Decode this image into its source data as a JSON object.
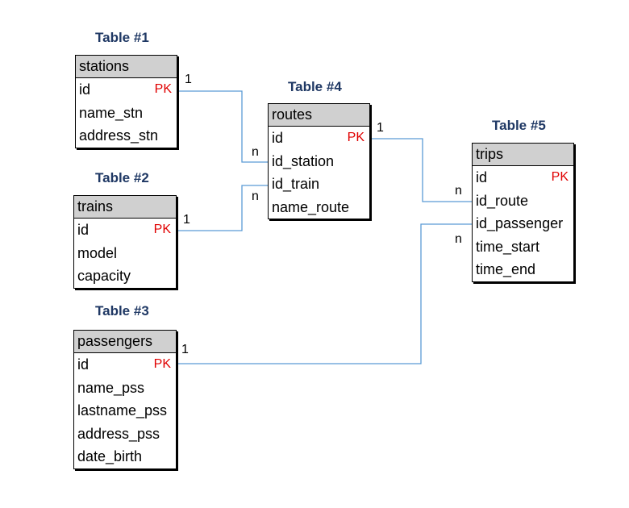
{
  "tables": {
    "stations": {
      "caption": "Table #1",
      "name": "stations",
      "fields": [
        {
          "name": "id",
          "key": "PK"
        },
        {
          "name": "name_stn",
          "key": ""
        },
        {
          "name": "address_stn",
          "key": ""
        }
      ]
    },
    "trains": {
      "caption": "Table #2",
      "name": "trains",
      "fields": [
        {
          "name": "id",
          "key": "PK"
        },
        {
          "name": "model",
          "key": ""
        },
        {
          "name": "capacity",
          "key": ""
        }
      ]
    },
    "passengers": {
      "caption": "Table #3",
      "name": "passengers",
      "fields": [
        {
          "name": "id",
          "key": "PK"
        },
        {
          "name": "name_pss",
          "key": ""
        },
        {
          "name": "lastname_pss",
          "key": ""
        },
        {
          "name": "address_pss",
          "key": ""
        },
        {
          "name": "date_birth",
          "key": ""
        }
      ]
    },
    "routes": {
      "caption": "Table #4",
      "name": "routes",
      "fields": [
        {
          "name": "id",
          "key": "PK"
        },
        {
          "name": "id_station",
          "key": ""
        },
        {
          "name": "id_train",
          "key": ""
        },
        {
          "name": "name_route",
          "key": ""
        }
      ]
    },
    "trips": {
      "caption": "Table #5",
      "name": "trips",
      "fields": [
        {
          "name": "id",
          "key": "PK"
        },
        {
          "name": "id_route",
          "key": ""
        },
        {
          "name": "id_passenger",
          "key": ""
        },
        {
          "name": "time_start",
          "key": ""
        },
        {
          "name": "time_end",
          "key": ""
        }
      ]
    }
  },
  "relations": [
    {
      "from": "stations.id",
      "to": "routes.id_station",
      "from_card": "1",
      "to_card": "n"
    },
    {
      "from": "trains.id",
      "to": "routes.id_train",
      "from_card": "1",
      "to_card": "n"
    },
    {
      "from": "routes.id",
      "to": "trips.id_route",
      "from_card": "1",
      "to_card": "n"
    },
    {
      "from": "passengers.id",
      "to": "trips.id_passenger",
      "from_card": "1",
      "to_card": "n"
    }
  ],
  "colors": {
    "caption": "#1f3864",
    "header_bg": "#d0d0d0",
    "pk": "#e00000",
    "link": "#5b9bd5"
  }
}
